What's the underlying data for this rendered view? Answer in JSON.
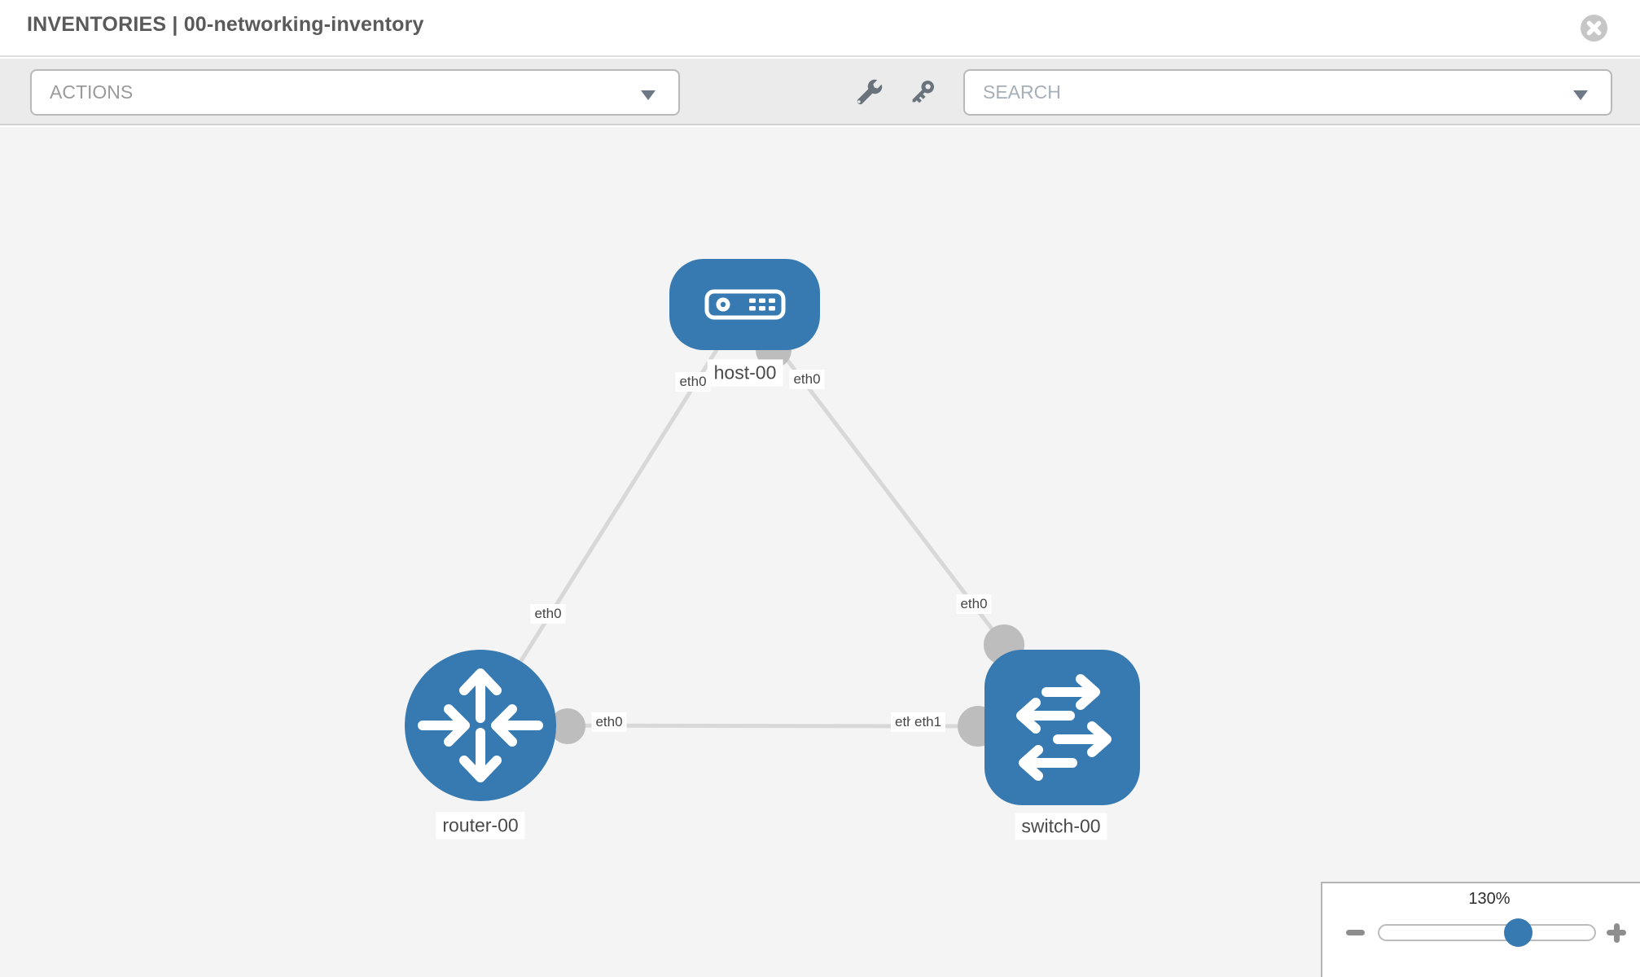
{
  "header": {
    "title": "INVENTORIES | 00-networking-inventory"
  },
  "toolbar": {
    "actions_label": "ACTIONS",
    "search_placeholder": "SEARCH"
  },
  "topology": {
    "nodes": [
      {
        "id": "host-00",
        "label": "host-00",
        "type": "host"
      },
      {
        "id": "router-00",
        "label": "router-00",
        "type": "router"
      },
      {
        "id": "switch-00",
        "label": "switch-00",
        "type": "switch"
      }
    ],
    "links": [
      {
        "from": "host-00",
        "to": "router-00",
        "from_iface": "eth0",
        "to_iface": "eth0"
      },
      {
        "from": "host-00",
        "to": "switch-00",
        "from_iface": "eth0",
        "to_iface": "eth0"
      },
      {
        "from": "router-00",
        "to": "switch-00",
        "from_iface": "eth0",
        "to_iface": "eth1"
      }
    ],
    "labels": {
      "host": "host-00",
      "router": "router-00",
      "switch": "switch-00",
      "host_left_iface": "eth0",
      "host_right_iface": "eth0",
      "router_top_iface": "eth0",
      "switch_top_iface": "eth0",
      "router_right_iface": "eth0",
      "switch_left_iface_under": "eth0",
      "switch_left_iface": "eth1"
    }
  },
  "zoom_control": {
    "value": "130%",
    "percent": 65
  },
  "colors": {
    "node_blue": "#377ab1",
    "connector_gray": "#bdbdbd",
    "edge_gray": "#d8d8d8",
    "title_gray": "#5a5a5a"
  }
}
